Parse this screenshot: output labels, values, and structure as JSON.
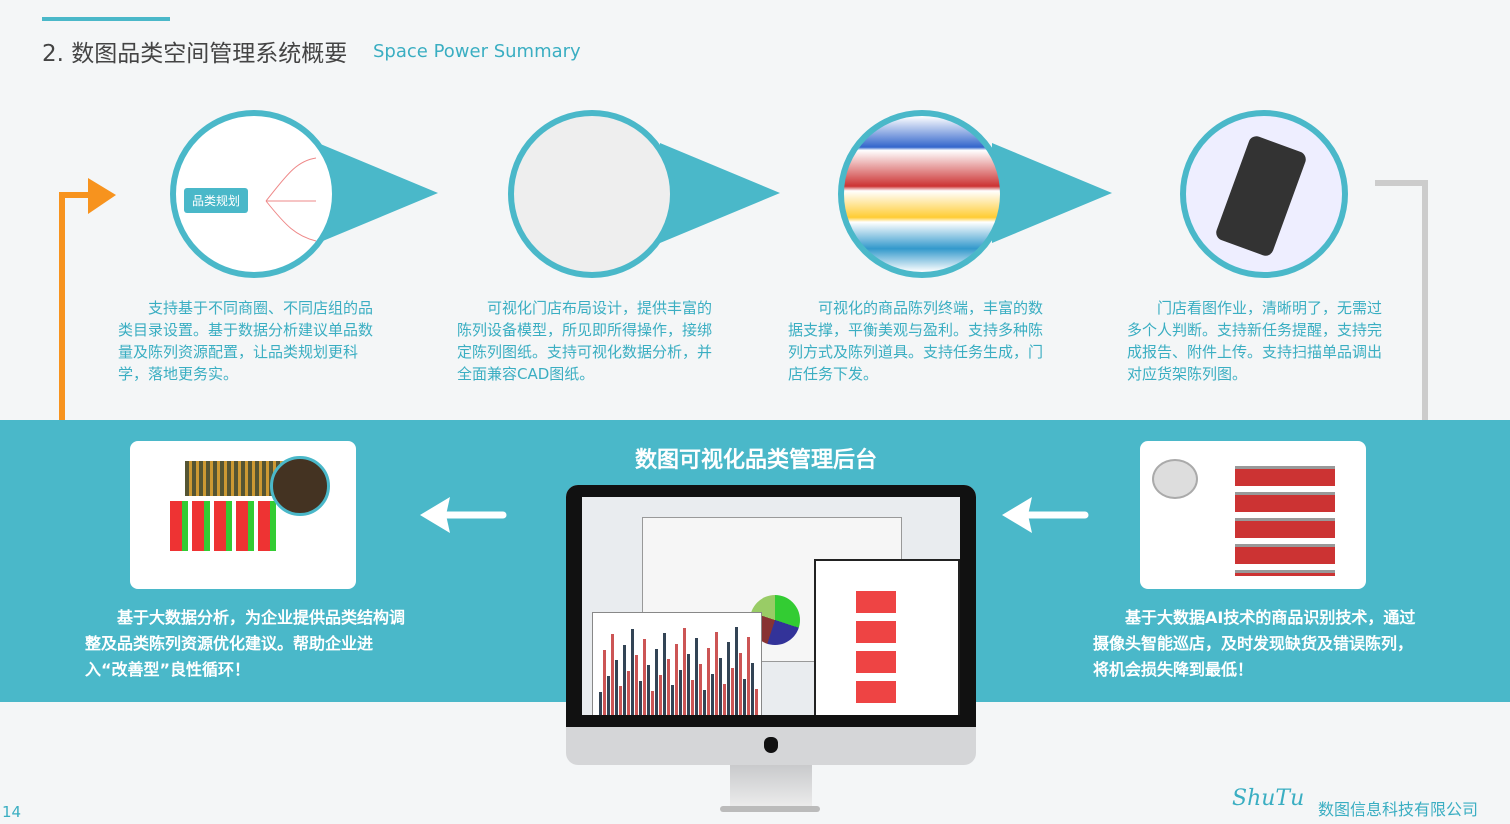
{
  "header": {
    "title": "2. 数图品类空间管理系统概要",
    "subtitle": "Space Power Summary"
  },
  "steps": [
    {
      "image_label": "品类规划",
      "text": "支持基于不同商圈、不同店组的品类目录设置。基于数据分析建议单品数量及陈列资源配置，让品类规划更科学，落地更务实。"
    },
    {
      "text": "可视化门店布局设计，提供丰富的陈列设备模型，所见即所得操作，接绑定陈列图纸。支持可视化数据分析，并全面兼容CAD图纸。"
    },
    {
      "text": "可视化的商品陈列终端，丰富的数据支撑，平衡美观与盈利。支持多种陈列方式及陈列道具。支持任务生成，门店任务下发。"
    },
    {
      "text": "门店看图作业，清晰明了，无需过多个人判断。支持新任务提醒，支持完成报告、附件上传。支持扫描单品调出对应货架陈列图。"
    }
  ],
  "band": {
    "title": "数图可视化品类管理后台",
    "left_text": "基于大数据分析，为企业提供品类结构调整及品类陈列资源优化建议。帮助企业进入“改善型”良性循环！",
    "right_text": "基于大数据AI技术的商品识别技术，通过摄像头智能巡店，及时发现缺货及错误陈列，将机会损失降到最低！"
  },
  "footer": {
    "page": "14",
    "logo": "ShuTu",
    "company": "数图信息科技有限公司"
  },
  "colors": {
    "accent": "#4ab8c9",
    "orange": "#f7931e",
    "gray": "#cccccc"
  }
}
